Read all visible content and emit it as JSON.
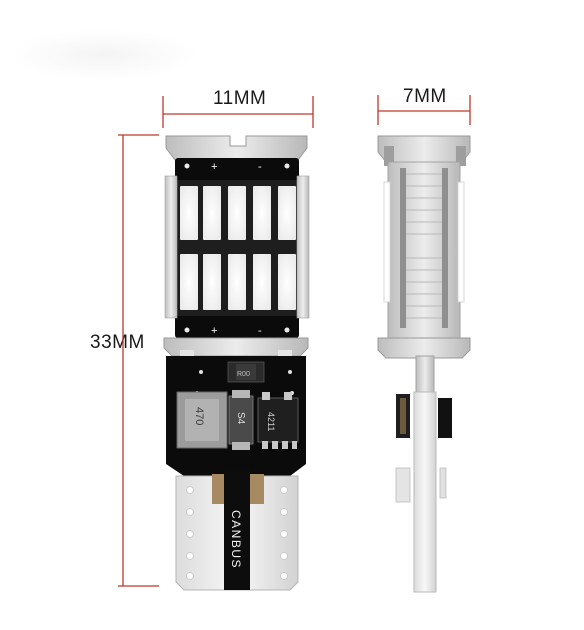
{
  "dimensions": {
    "width_label": "11MM",
    "depth_label": "7MM",
    "height_label": "33MM"
  },
  "board_markings": {
    "top_plus": "+",
    "top_minus": "-",
    "bottom_plus": "+",
    "bottom_minus": "-",
    "chip_small": "R00",
    "chip_left": "470",
    "chip_mid": "S4",
    "chip_right": "4211",
    "canbus": "CANBUS"
  },
  "colors": {
    "dimension_line": "#c0392b",
    "pcb": "#0b0b0b",
    "led_glow": "#ffffff",
    "aluminium": "#d4d4d4",
    "socket": "#e6e6e6"
  }
}
